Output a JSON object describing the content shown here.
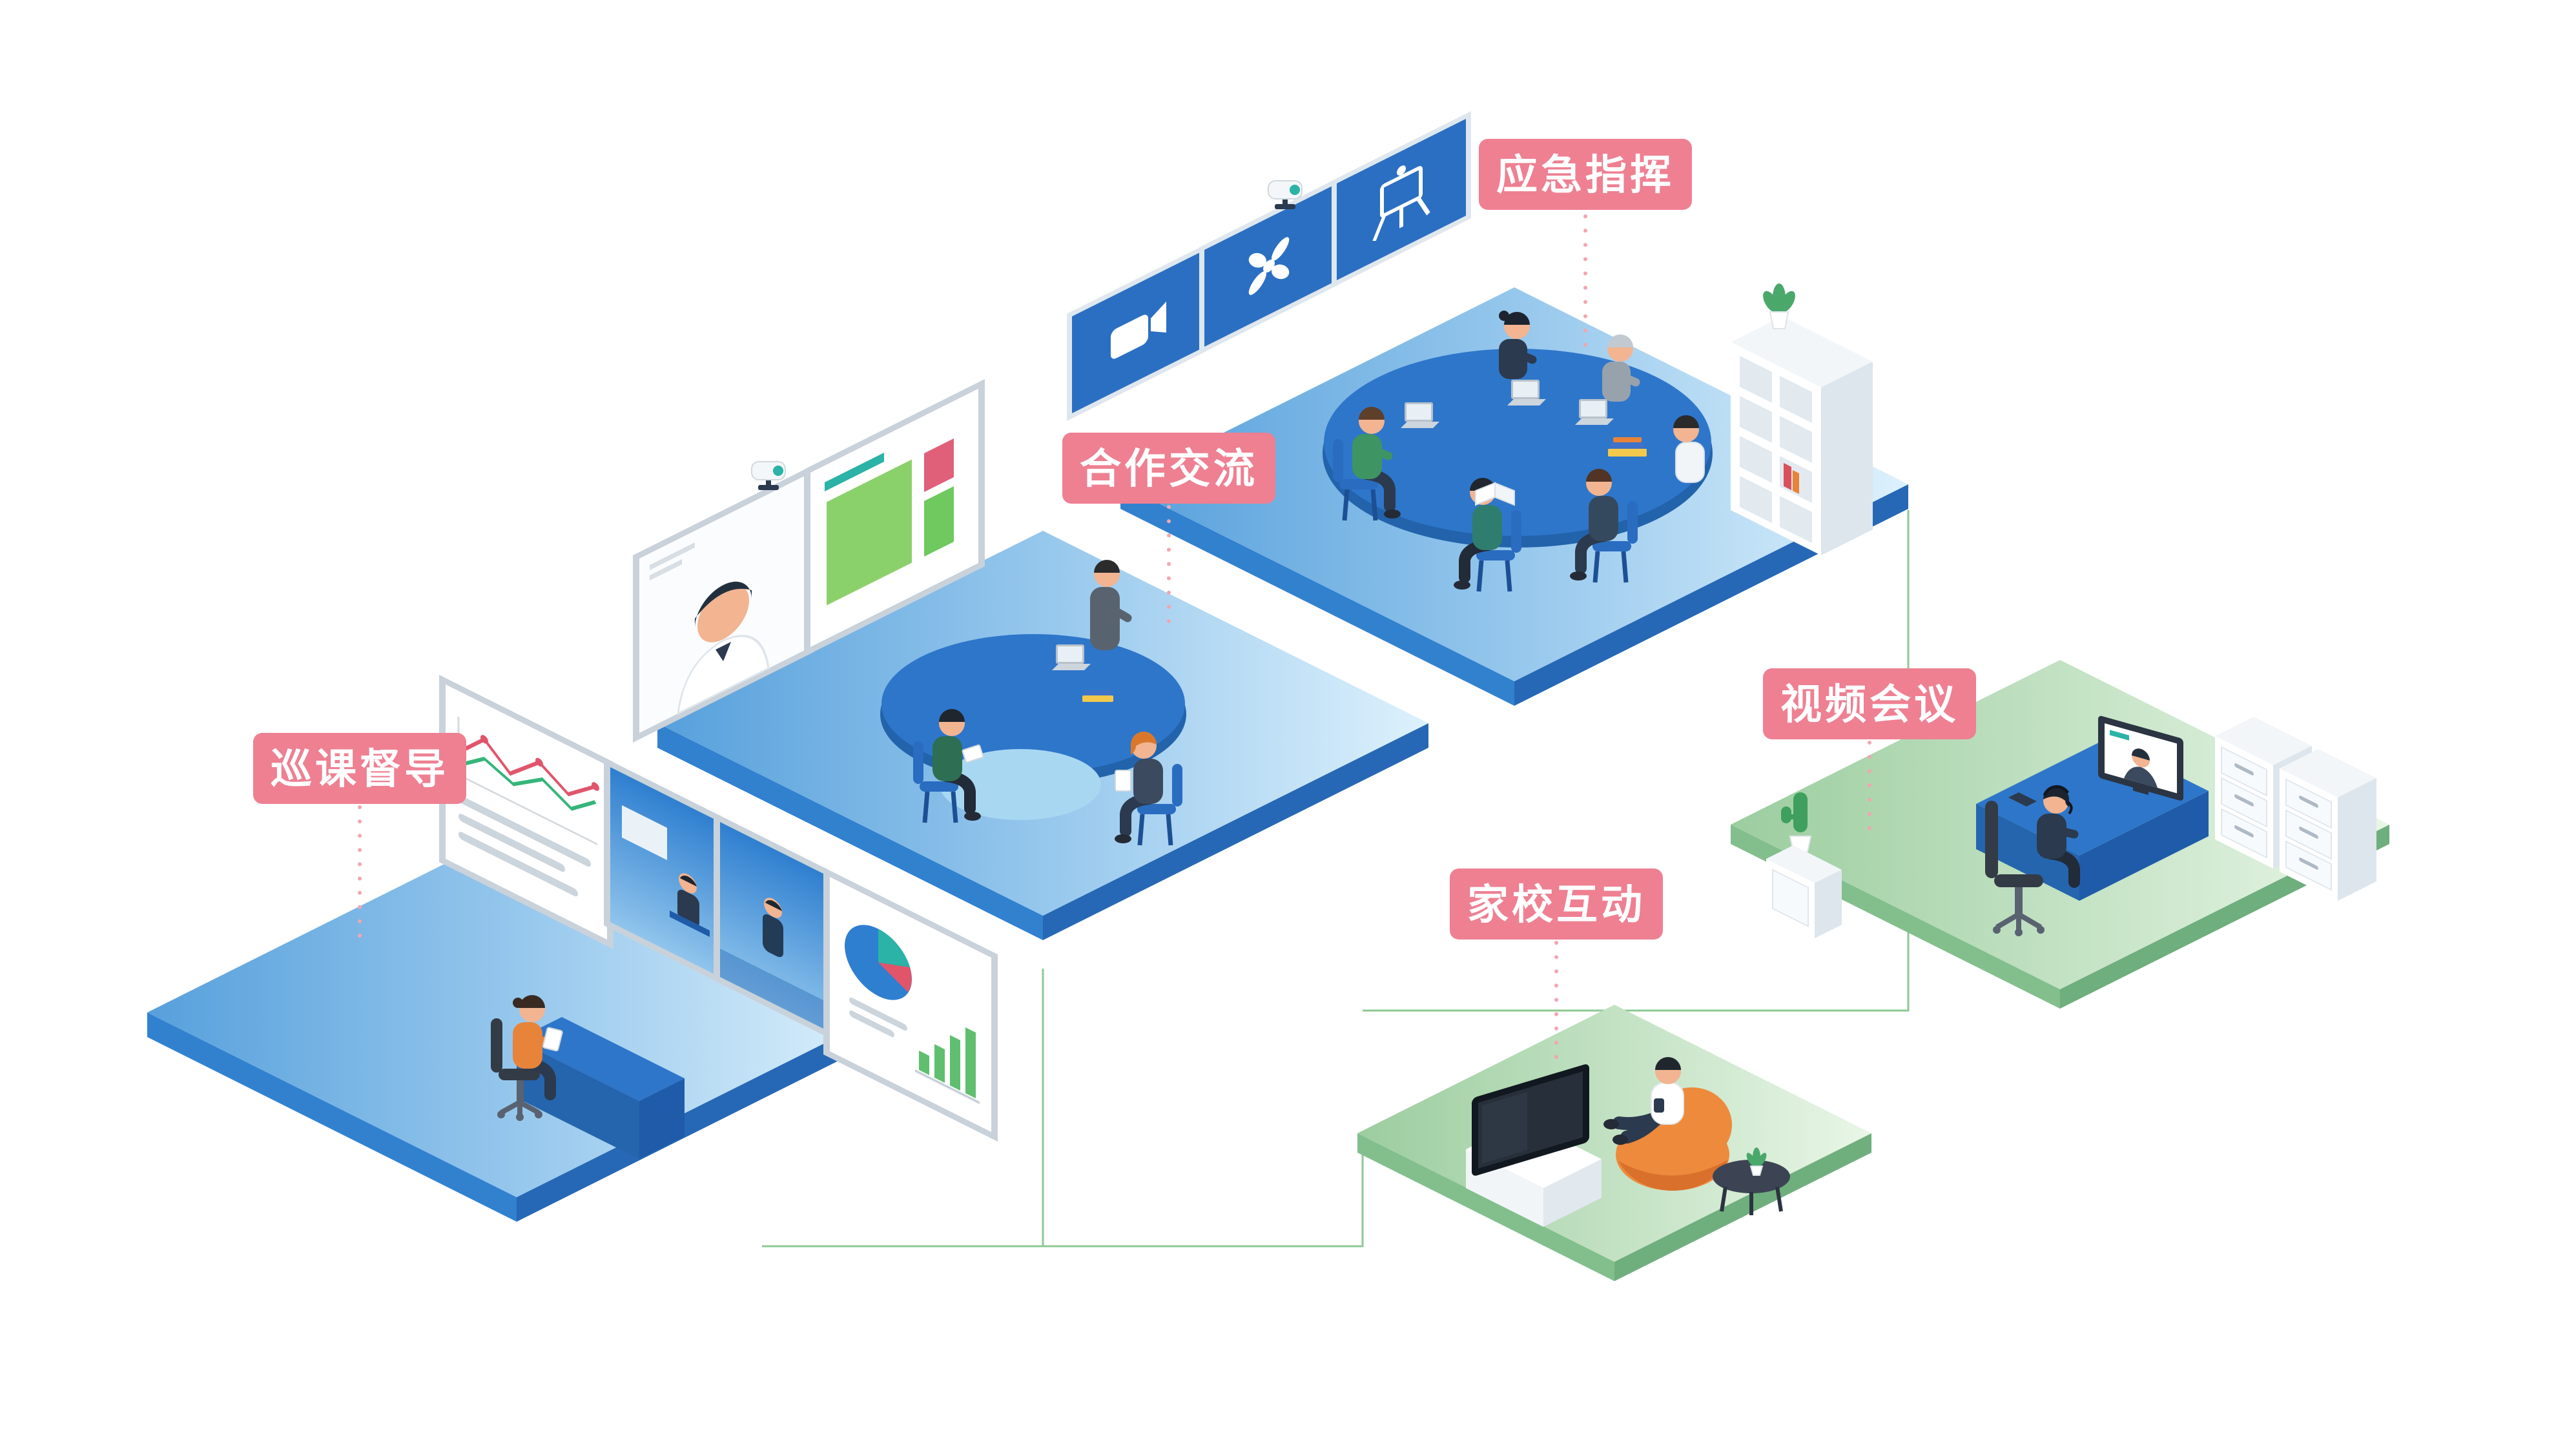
{
  "illustration": {
    "type": "isometric-infographic",
    "background": "#ffffff",
    "scenes": {
      "emergency": {
        "label": "应急指挥"
      },
      "collaboration": {
        "label": "合作交流"
      },
      "patrol": {
        "label": "巡课督导"
      },
      "home_school": {
        "label": "家校互动"
      },
      "video_conference": {
        "label": "视频会议"
      }
    },
    "icons": {
      "emergency_screen_icons": [
        "video-camera-icon",
        "drone-icon",
        "presentation-board-icon"
      ],
      "camera": "ptz-camera-icon"
    },
    "colors": {
      "badge": "#ee8092",
      "badge_text": "#ffffff",
      "dotted_connector": "#f2a6b1",
      "network_line": "#8cc993",
      "platform_blue_dark": "#57a0dc",
      "platform_blue_light": "#ddf1fc",
      "platform_blue_side": "#3181cf",
      "platform_green_dark": "#9ccd9f",
      "platform_green_light": "#e9f6e7",
      "platform_green_side": "#82bf8d",
      "screen_panel_blue": "#2b6fc2",
      "table_blue": "#2e76ca",
      "chair_blue": "#2a6cc0",
      "accent_orange": "#e8833a",
      "skin": "#f2b491"
    }
  }
}
